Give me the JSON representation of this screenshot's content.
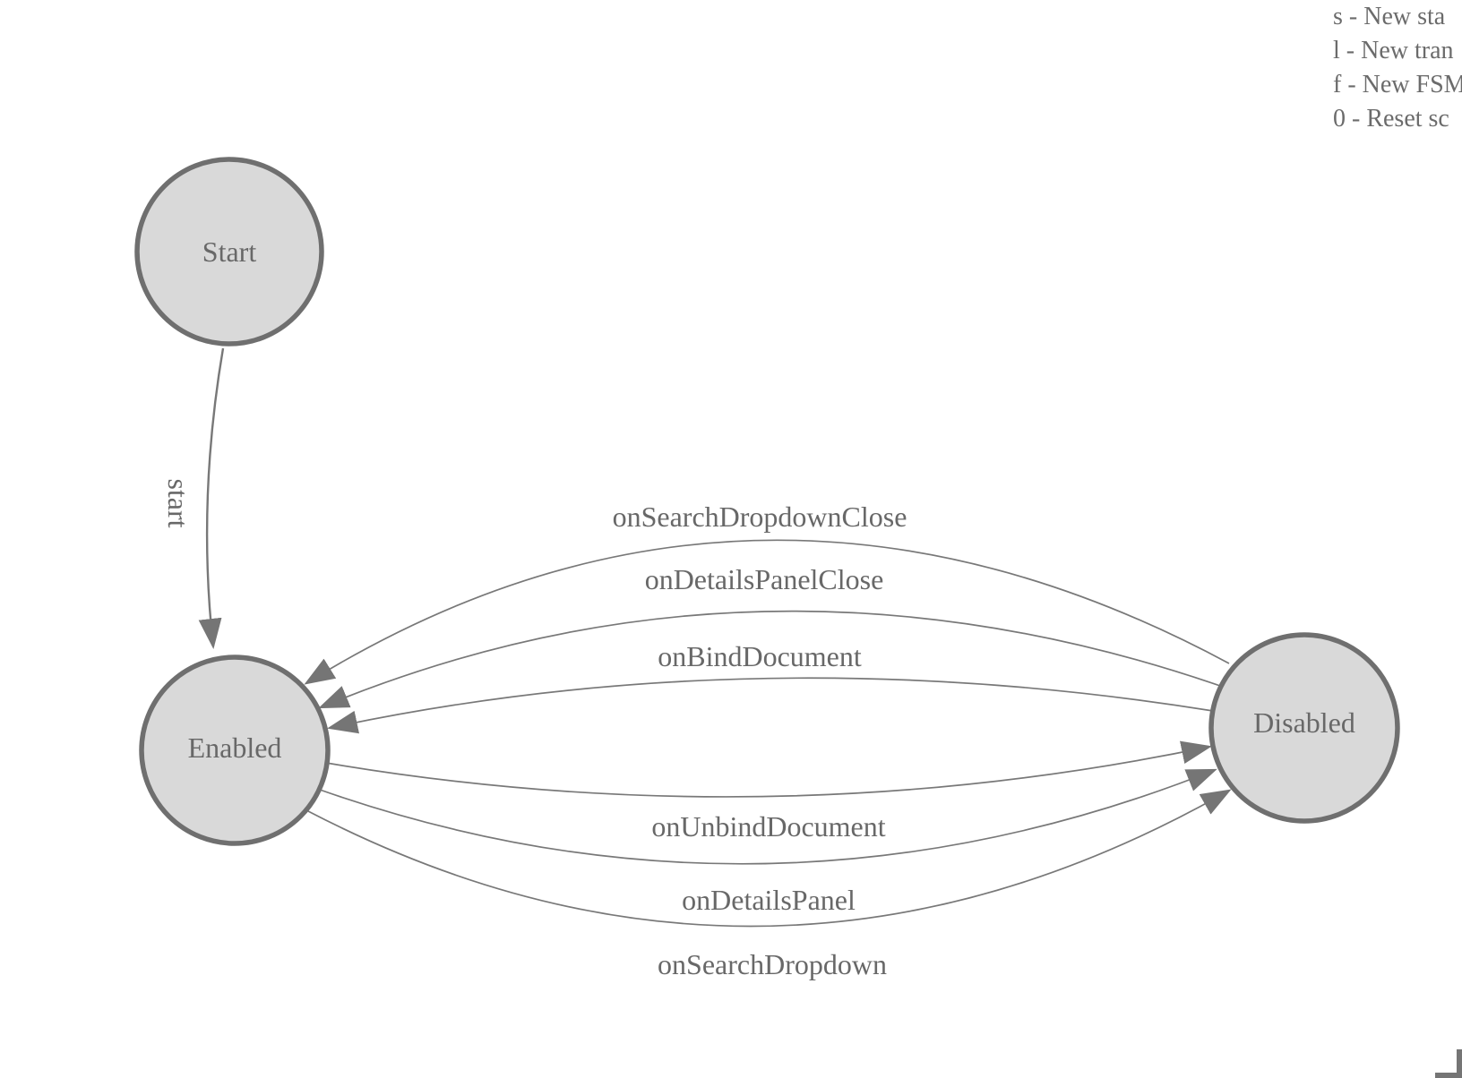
{
  "diagram": {
    "states": [
      {
        "label": "Start"
      },
      {
        "label": "Enabled"
      },
      {
        "label": "Disabled"
      }
    ],
    "transitions": [
      {
        "label": "start",
        "from": "Start",
        "to": "Enabled"
      },
      {
        "label": "onSearchDropdownClose",
        "from": "Disabled",
        "to": "Enabled"
      },
      {
        "label": "onDetailsPanelClose",
        "from": "Disabled",
        "to": "Enabled"
      },
      {
        "label": "onBindDocument",
        "from": "Disabled",
        "to": "Enabled"
      },
      {
        "label": "onUnbindDocument",
        "from": "Enabled",
        "to": "Disabled"
      },
      {
        "label": "onDetailsPanel",
        "from": "Enabled",
        "to": "Disabled"
      },
      {
        "label": "onSearchDropdown",
        "from": "Enabled",
        "to": "Disabled"
      }
    ]
  },
  "legend": {
    "lines": [
      "s - New sta",
      "l - New tran",
      "f - New FSM",
      "0 - Reset sc"
    ]
  },
  "colors": {
    "state_fill": "#d9d9d9",
    "state_border": "#6f6f6f",
    "edge_stroke": "#787878",
    "arrowhead": "#757575",
    "diagram_text": "#686868",
    "legend_text": "#6b6b6b"
  }
}
